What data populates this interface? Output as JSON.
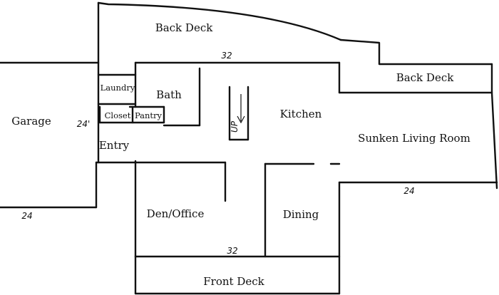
{
  "rooms": {
    "back_deck_upper": "Back Deck",
    "back_deck_right": "Back Deck",
    "garage": "Garage",
    "laundry": "Laundry",
    "bath": "Bath",
    "closet": "Closet",
    "pantry": "Pantry",
    "kitchen": "Kitchen",
    "entry": "Entry",
    "sunken_living_room": "Sunken Living Room",
    "den_office": "Den/Office",
    "dining": "Dining",
    "front_deck": "Front Deck"
  },
  "dimensions": {
    "top_width": "32",
    "garage_height": "24'",
    "garage_width": "24",
    "living_width": "24",
    "bottom_width": "32"
  },
  "stair_label": "UP"
}
